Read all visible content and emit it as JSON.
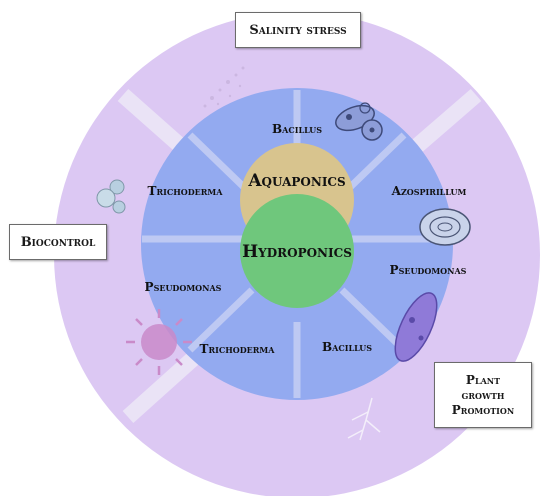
{
  "outer_labels": {
    "salinity": "Salinity stress",
    "biocontrol": "Biocontrol",
    "pgp": "Plant\ngrowth\nPromotion"
  },
  "center": {
    "top": "Aquaponics",
    "bottom": "Hydroponics"
  },
  "microbes": [
    "Bacillus",
    "Azospirillum",
    "Pseudomonas",
    "Bacillus",
    "Trichoderma",
    "Pseudomonas",
    "Trichoderma"
  ],
  "colors": {
    "outer_ring": "#dcc8f3",
    "inner_disc": "#93aaf0",
    "aquaponics": "#d8c48e",
    "hydroponics": "#6fc77c",
    "divider": "#e9e2f6"
  },
  "icons": [
    "bacteria-cluster-icon",
    "pathogen-spore-icon",
    "virus-icon",
    "fungus-icon",
    "rod-bacterium-icon",
    "root-icon",
    "soil-particles-icon"
  ]
}
